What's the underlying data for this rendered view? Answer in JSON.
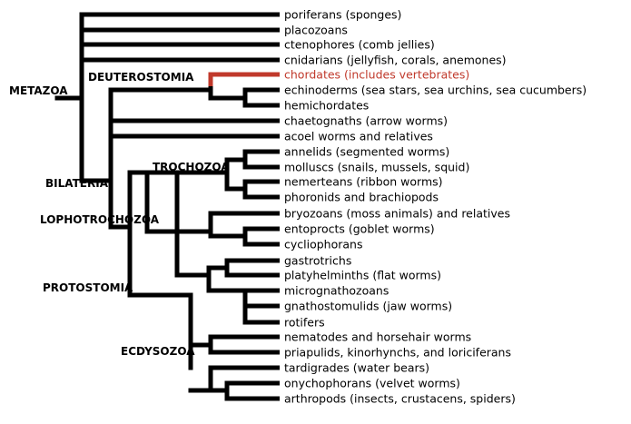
{
  "diagram": {
    "type": "phylogenetic-tree",
    "branch_color": "#000000",
    "highlight_color": "#c0392b",
    "taxa": [
      {
        "id": "poriferans",
        "label": "poriferans (sponges)",
        "highlight": false
      },
      {
        "id": "placozoans",
        "label": "placozoans",
        "highlight": false
      },
      {
        "id": "ctenophores",
        "label": "ctenophores (comb jellies)",
        "highlight": false
      },
      {
        "id": "cnidarians",
        "label": "cnidarians (jellyfish, corals, anemones)",
        "highlight": false
      },
      {
        "id": "chordates",
        "label": "chordates (includes vertebrates)",
        "highlight": true
      },
      {
        "id": "echinoderms",
        "label": "echinoderms (sea stars, sea urchins, sea cucumbers)",
        "highlight": false
      },
      {
        "id": "hemichordates",
        "label": "hemichordates",
        "highlight": false
      },
      {
        "id": "chaetognaths",
        "label": "chaetognaths (arrow worms)",
        "highlight": false
      },
      {
        "id": "acoel",
        "label": "acoel worms and relatives",
        "highlight": false
      },
      {
        "id": "annelids",
        "label": "annelids (segmented worms)",
        "highlight": false
      },
      {
        "id": "molluscs",
        "label": "molluscs (snails, mussels, squid)",
        "highlight": false
      },
      {
        "id": "nemerteans",
        "label": "nemerteans (ribbon worms)",
        "highlight": false
      },
      {
        "id": "phoronids",
        "label": "phoronids and brachiopods",
        "highlight": false
      },
      {
        "id": "bryozoans",
        "label": "bryozoans (moss animals) and relatives",
        "highlight": false
      },
      {
        "id": "entoprocts",
        "label": "entoprocts (goblet worms)",
        "highlight": false
      },
      {
        "id": "cycliophorans",
        "label": "cycliophorans",
        "highlight": false
      },
      {
        "id": "gastrotrichs",
        "label": "gastrotrichs",
        "highlight": false
      },
      {
        "id": "platyhelminths",
        "label": "platyhelminths (flat worms)",
        "highlight": false
      },
      {
        "id": "micrognathozoans",
        "label": "micrognathozoans",
        "highlight": false
      },
      {
        "id": "gnathostomulids",
        "label": "gnathostomulids (jaw worms)",
        "highlight": false
      },
      {
        "id": "rotifers",
        "label": "rotifers",
        "highlight": false
      },
      {
        "id": "nematodes",
        "label": "nematodes and horsehair worms",
        "highlight": false
      },
      {
        "id": "priapulids",
        "label": "priapulids, kinorhynchs, and loriciferans",
        "highlight": false
      },
      {
        "id": "tardigrades",
        "label": "tardigrades (water bears)",
        "highlight": false
      },
      {
        "id": "onychophorans",
        "label": "onychophorans (velvet worms)",
        "highlight": false
      },
      {
        "id": "arthropods",
        "label": "arthropods (insects, crustacens, spiders)",
        "highlight": false
      }
    ],
    "clades": [
      {
        "id": "metazoa",
        "label": "METAZOA"
      },
      {
        "id": "deuterostomia",
        "label": "DEUTEROSTOMIA"
      },
      {
        "id": "bilateria",
        "label": "BILATERIA"
      },
      {
        "id": "lophotrochozoa",
        "label": "LOPHOTROCHOZOA"
      },
      {
        "id": "trochozoa",
        "label": "TROCHOZOA"
      },
      {
        "id": "protostomia",
        "label": "PROTOSTOMIA"
      },
      {
        "id": "ecdysozoa",
        "label": "ECDYSOZOA"
      }
    ]
  }
}
